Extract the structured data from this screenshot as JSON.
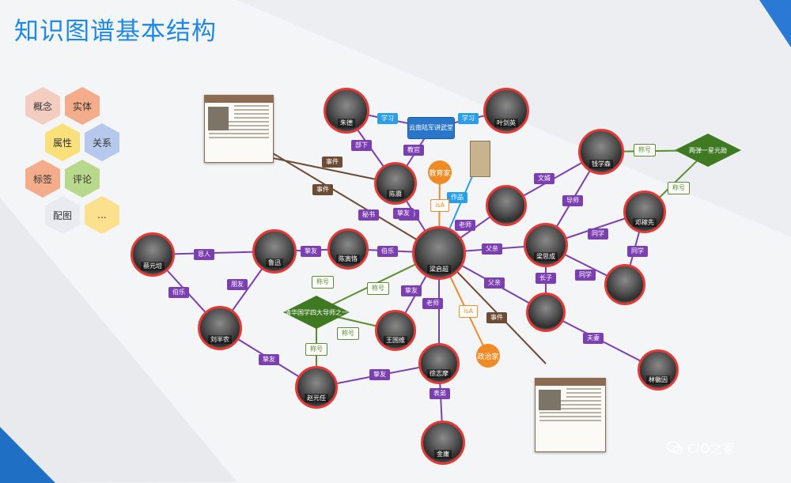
{
  "page": {
    "title": "知识图谱基本结构",
    "watermark": "CIO之家"
  },
  "legend_hexes": [
    "概念",
    "实体",
    "属性",
    "关系",
    "标签",
    "评论",
    "配图",
    "..."
  ],
  "colors": {
    "title": "#1e88e5",
    "node_border": "#e53935",
    "relation": "#7b3fb2",
    "event": "#6d4c35",
    "concept": "#f08a24",
    "attribute": "#3f7a23",
    "entity_box": "#2a77c9"
  },
  "people": [
    "朱德",
    "叶剑英",
    "陈赓",
    "蔡元培",
    "鲁迅",
    "陈寅恪",
    "梁启超",
    "钱学森",
    "邓稼先",
    "刘半农",
    "王国维",
    "梁思成",
    "林徽因",
    "徐志摩",
    "赵元任",
    "金庸"
  ],
  "concepts": [
    "教育家",
    "政治家"
  ],
  "concept_tags": [
    "isA",
    "isA"
  ],
  "attributes": [
    "清华国学四大导师之一",
    "两弹一星元勋"
  ],
  "entity_box": "云南陆军讲武堂",
  "relation_tags": [
    "学习",
    "学习",
    "部下",
    "教官",
    "秘书",
    "老师",
    "老师",
    "老师",
    "伯乐",
    "挚友",
    "恩人",
    "挚友",
    "朋友",
    "伯乐",
    "挚友",
    "挚友",
    "挚友",
    "父亲",
    "父亲",
    "文婿",
    "导师",
    "同学",
    "同学",
    "同学",
    "长子",
    "夫妻",
    "表弟",
    "作品"
  ],
  "event_tags": [
    "事件",
    "事件",
    "事件"
  ],
  "title_tags": [
    "称号",
    "称号",
    "称号",
    "称号",
    "称号",
    "称号"
  ]
}
